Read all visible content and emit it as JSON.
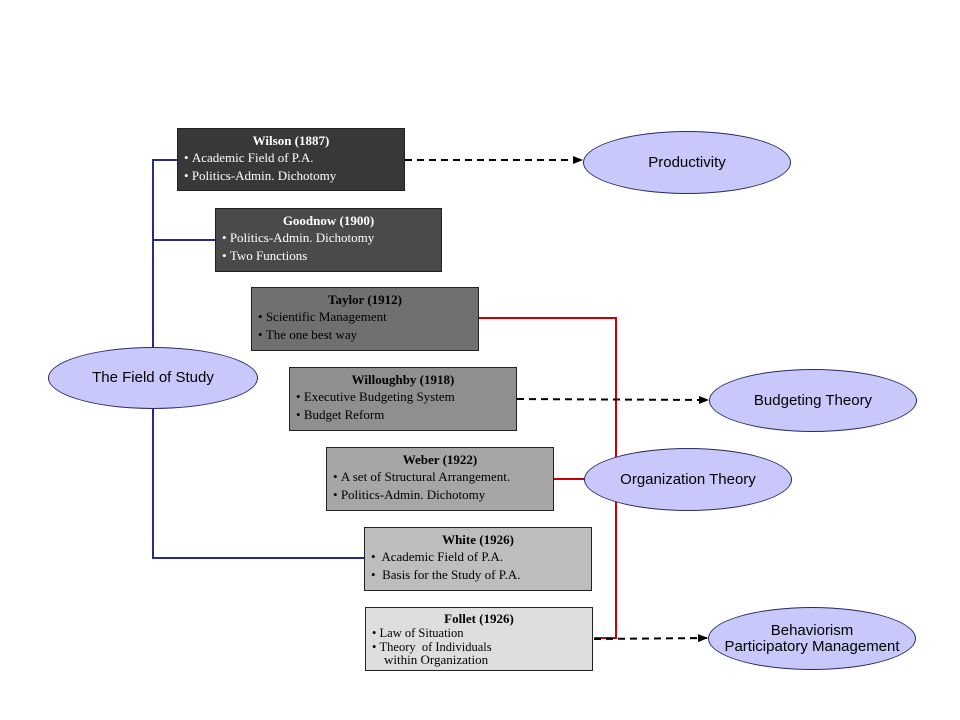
{
  "center": {
    "label": "The Field of Study"
  },
  "boxes": [
    {
      "id": "wilson",
      "title": "Wilson (1887)",
      "items": [
        "Academic Field of P.A.",
        "Politics-Admin. Dichotomy"
      ]
    },
    {
      "id": "goodnow",
      "title": "Goodnow (1900)",
      "items": [
        "Politics-Admin. Dichotomy",
        "Two Functions"
      ]
    },
    {
      "id": "taylor",
      "title": "Taylor (1912)",
      "items": [
        "Scientific Management",
        "The one best way"
      ]
    },
    {
      "id": "willoughby",
      "title": "Willoughby (1918)",
      "items": [
        "Executive Budgeting System",
        "Budget Reform"
      ]
    },
    {
      "id": "weber",
      "title": "Weber (1922)",
      "items": [
        "A set of Structural Arrangement.",
        "Politics-Admin. Dichotomy"
      ]
    },
    {
      "id": "white",
      "title": "White (1926)",
      "items": [
        " Academic Field of P.A.",
        " Basis for the Study of P.A."
      ]
    },
    {
      "id": "follet",
      "title": "Follet (1926)",
      "items": [
        "Law of Situation",
        "Theory  of Individuals"
      ],
      "continuation": "within Organization"
    }
  ],
  "outcomes": {
    "productivity": "Productivity",
    "budgeting": "Budgeting Theory",
    "organization": "Organization Theory",
    "behaviorism_line1": "Behaviorism",
    "behaviorism_line2": "Participatory Management"
  },
  "colors": {
    "tree_line": "#2a2a8a",
    "org_theory_line": "#cc0000",
    "dashed_arrow": "#000000",
    "oval_fill": "#c8c8fa"
  }
}
